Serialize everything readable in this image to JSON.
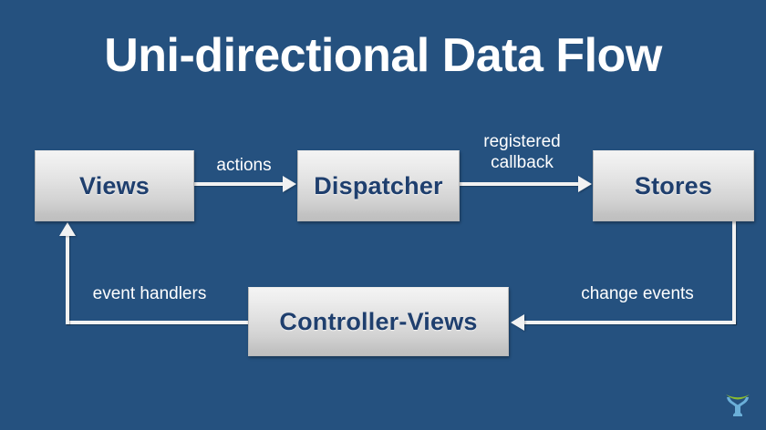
{
  "slide": {
    "title": "Uni-directional Data Flow",
    "background_color": "#25517f",
    "title_color": "#ffffff"
  },
  "diagram": {
    "type": "flow-diagram",
    "node_fill_top": "#f4f4f4",
    "node_fill_bottom": "#bfbfbf",
    "node_text_color": "#1f3f6e",
    "connector_color": "#f2f2f2",
    "nodes": [
      {
        "id": "views",
        "label": "Views"
      },
      {
        "id": "dispatcher",
        "label": "Dispatcher"
      },
      {
        "id": "stores",
        "label": "Stores"
      },
      {
        "id": "controllers",
        "label": "Controller-Views"
      }
    ],
    "edges": [
      {
        "from": "views",
        "to": "dispatcher",
        "label": "actions",
        "direction": "right"
      },
      {
        "from": "dispatcher",
        "to": "stores",
        "label": "registered\ncallback",
        "direction": "right"
      },
      {
        "from": "stores",
        "to": "controllers",
        "label": "change events",
        "direction": "left"
      },
      {
        "from": "controllers",
        "to": "views",
        "label": "event handlers",
        "direction": "up"
      }
    ]
  },
  "logo": {
    "name": "brand-logo",
    "arc_color": "#8aba2e",
    "figure_color": "#6bafd8"
  }
}
